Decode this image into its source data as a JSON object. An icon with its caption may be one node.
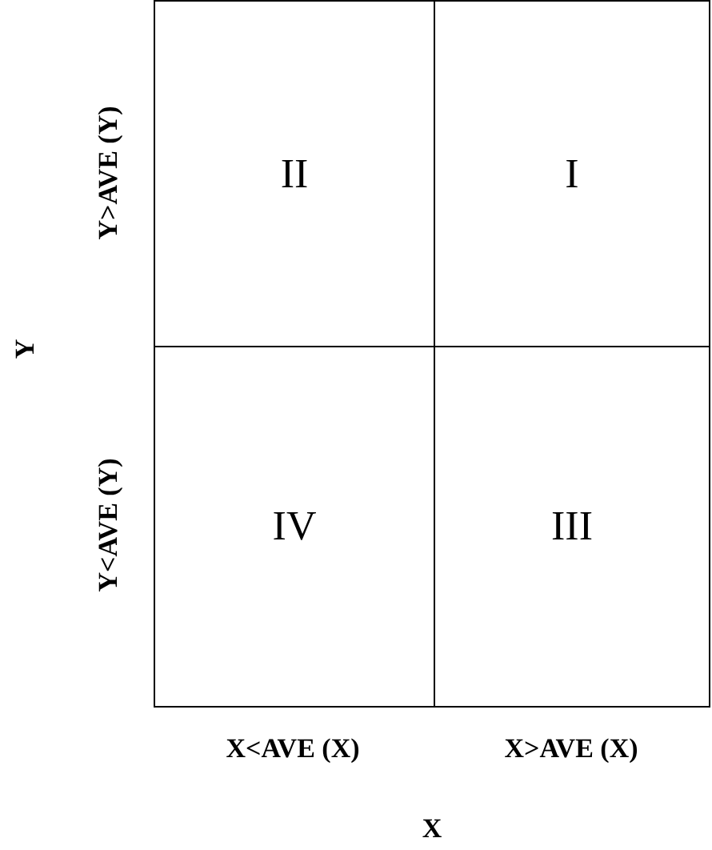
{
  "diagram": {
    "nodes": [
      {
        "text": [
          "II"
        ]
      },
      {
        "text": [
          "I"
        ]
      },
      {
        "text": [
          "IV"
        ]
      },
      {
        "text": [
          "III"
        ]
      }
    ],
    "labels": [
      "Y>AVE (Y)",
      "Y",
      "Y<AVE (Y)",
      "X<AVE (X)",
      "X>AVE (X)",
      "X"
    ]
  }
}
